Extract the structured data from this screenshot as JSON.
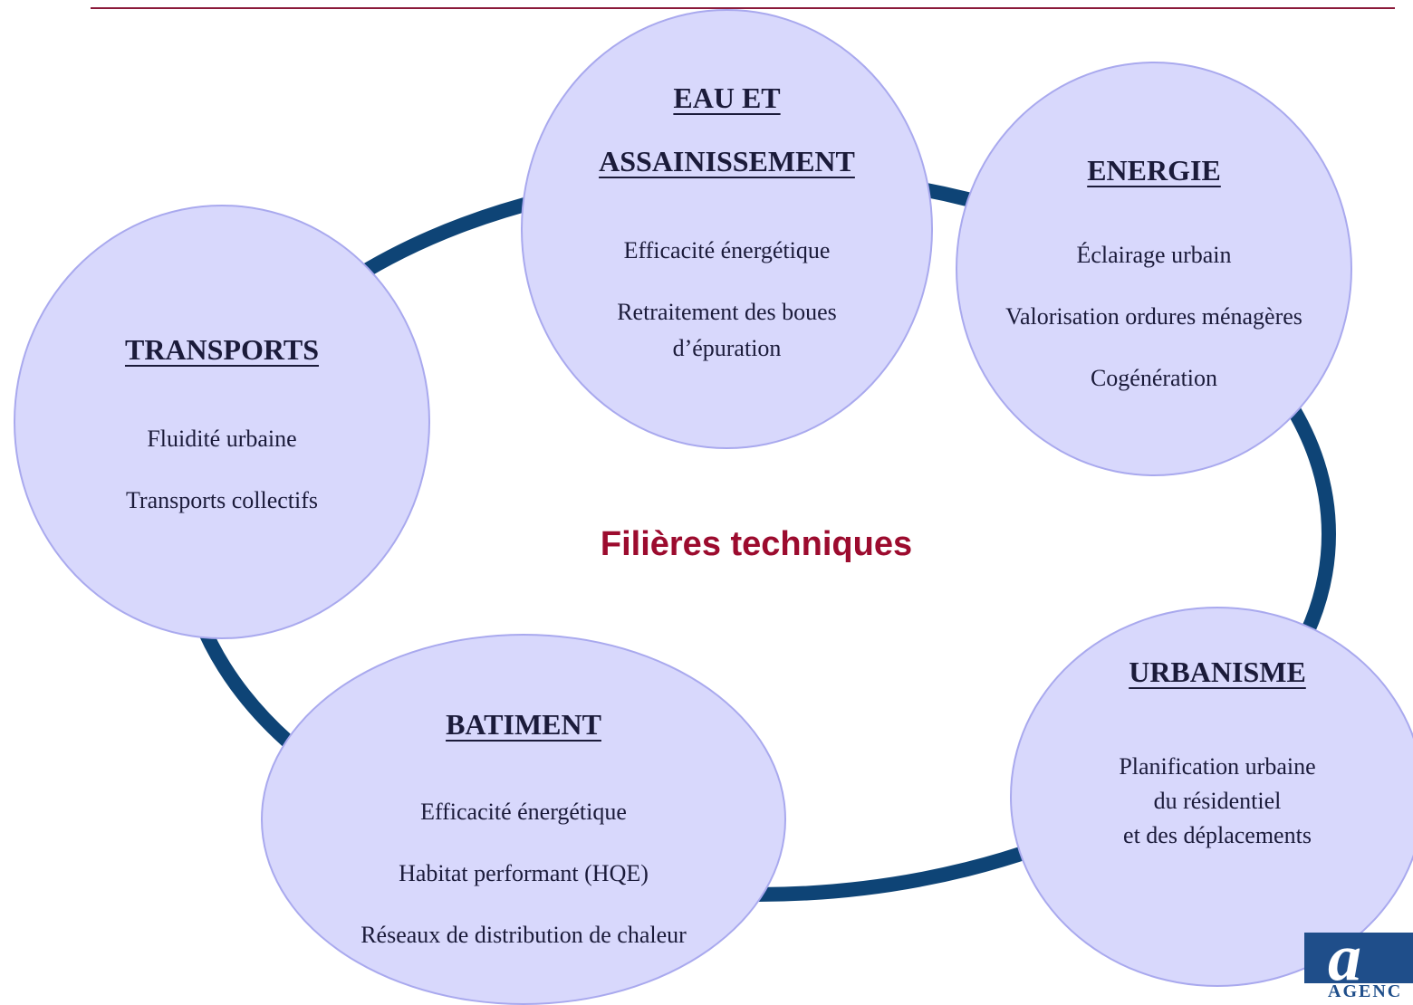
{
  "diagram": {
    "center_title": "Filières techniques",
    "colors": {
      "ring": "#0e4476",
      "bubble_fill": "#d8d8fc",
      "bubble_border": "#a9a9ee",
      "center_title": "#9c0b2e",
      "top_rule": "#8b1a3a",
      "logo": "#1f4e8a"
    },
    "nodes": {
      "transports": {
        "title": "TRANSPORTS",
        "items": [
          "Fluidité urbaine",
          "Transports collectifs"
        ]
      },
      "eau": {
        "title_line1": "EAU ET",
        "title_line2": "ASSAINISSEMENT",
        "items": [
          "Efficacité énergétique",
          "Retraitement des boues",
          "d’épuration"
        ]
      },
      "energie": {
        "title": "ENERGIE",
        "items": [
          "Éclairage urbain",
          "Valorisation ordures ménagères",
          "Cogénération"
        ]
      },
      "urbanisme": {
        "title": "URBANISME",
        "items": [
          "Planification urbaine",
          "du résidentiel",
          "et des déplacements"
        ]
      },
      "batiment": {
        "title": "BATIMENT",
        "items": [
          "Efficacité énergétique",
          "Habitat performant (HQE)",
          "Réseaux de distribution de chaleur"
        ]
      }
    },
    "logo": {
      "glyph": "a",
      "text": "AGENC"
    }
  }
}
